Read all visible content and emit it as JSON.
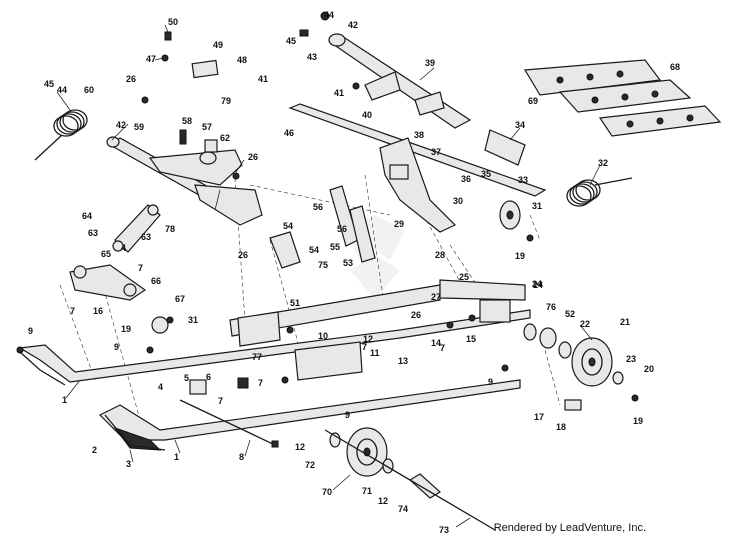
{
  "credit": "Rendered by LeadVenture, Inc.",
  "watermark_color": "#e3e3e3",
  "callouts": [
    "50",
    "44",
    "42",
    "45",
    "43",
    "47",
    "49",
    "48",
    "41",
    "79",
    "39",
    "45",
    "44",
    "60",
    "26",
    "42",
    "59",
    "58",
    "57",
    "62",
    "41",
    "40",
    "46",
    "38",
    "34",
    "37",
    "68",
    "69",
    "26",
    "36",
    "35",
    "32",
    "33",
    "31",
    "19",
    "30",
    "28",
    "29",
    "56",
    "56",
    "54",
    "55",
    "54",
    "64",
    "78",
    "63",
    "4",
    "65",
    "7",
    "66",
    "63",
    "16",
    "7",
    "75",
    "53",
    "26",
    "51",
    "25",
    "27",
    "24",
    "76",
    "52",
    "22",
    "21",
    "23",
    "20",
    "19",
    "9",
    "19",
    "31",
    "67",
    "9",
    "10",
    "12",
    "11",
    "7",
    "13",
    "14",
    "15",
    "7",
    "26",
    "7",
    "77",
    "6",
    "5",
    "4",
    "7",
    "9",
    "17",
    "18",
    "2",
    "3",
    "1",
    "1",
    "8",
    "12",
    "72",
    "70",
    "71",
    "12",
    "74",
    "73",
    "9",
    "24"
  ]
}
